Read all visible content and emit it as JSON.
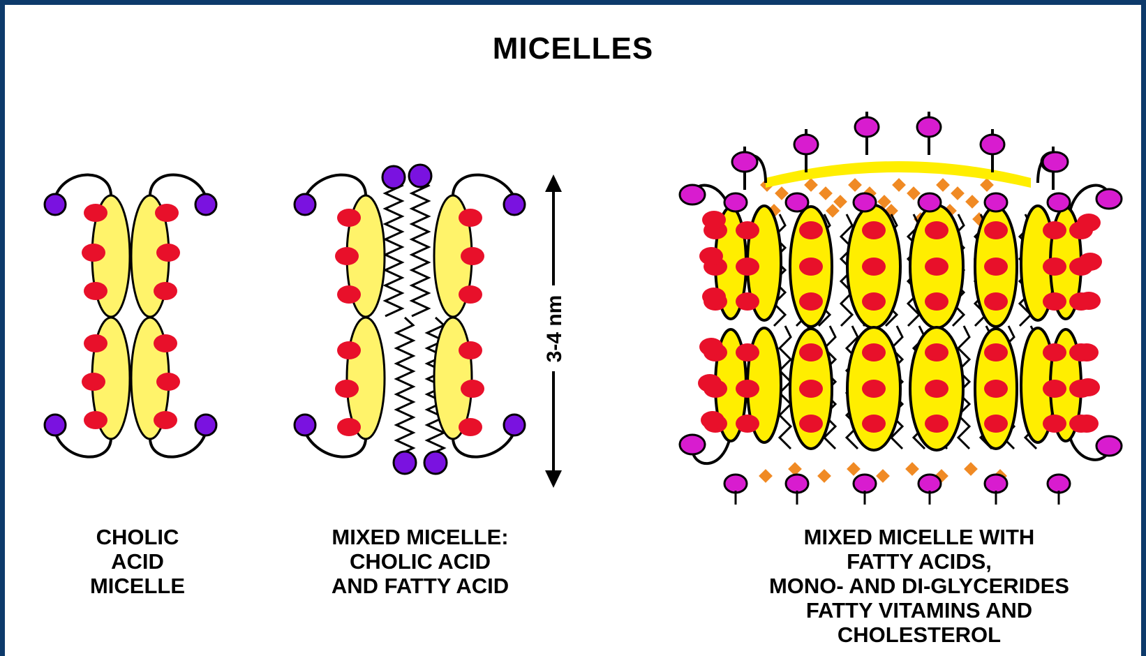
{
  "title": "MICELLES",
  "scale_label": "3-4 nm",
  "captions": {
    "cholic": [
      "CHOLIC",
      "ACID",
      "MICELLE"
    ],
    "mixed": [
      "MIXED MICELLE:",
      "CHOLIC ACID",
      "AND FATTY ACID"
    ],
    "complex": [
      "MIXED MICELLE WITH",
      "FATTY ACIDS,",
      "MONO- AND DI-GLYCERIDES",
      "FATTY VITAMINS AND",
      "CHOLESTEROL"
    ]
  },
  "colors": {
    "border": "#0d3a6b",
    "bile_body": "#fff36a",
    "bile_body_bright": "#ffee00",
    "polar_group": "#e8102a",
    "head_violet": "#7a12e0",
    "head_magenta": "#d81ccf",
    "glyceride": "#f08a24"
  }
}
